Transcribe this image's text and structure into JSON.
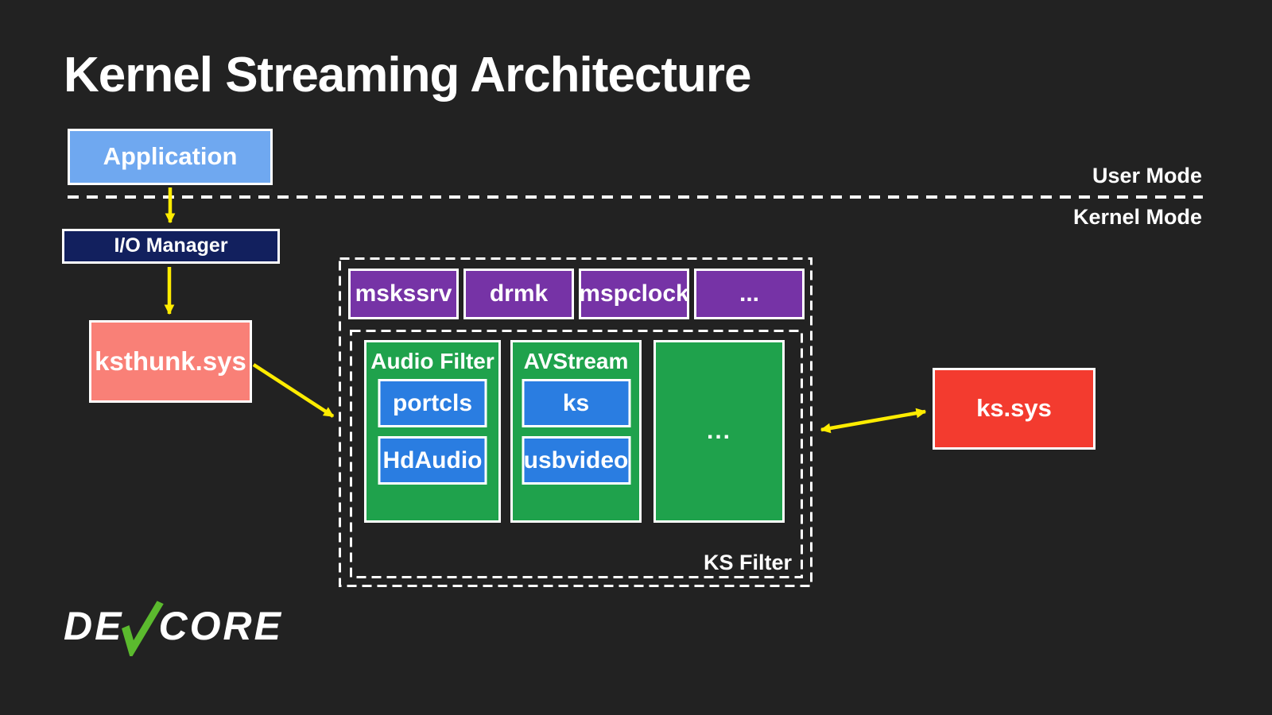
{
  "slide": {
    "title": "Kernel Streaming Architecture"
  },
  "modes": {
    "user": "User Mode",
    "kernel": "Kernel Mode"
  },
  "boxes": {
    "application": {
      "label": "Application"
    },
    "io_manager": {
      "label": "I/O Manager"
    },
    "ksthunk": {
      "label": "ksthunk.sys"
    },
    "ks_sys": {
      "label": "ks.sys"
    }
  },
  "ks_components": {
    "items": [
      {
        "label": "mskssrv"
      },
      {
        "label": "drmk"
      },
      {
        "label": "mspclock"
      },
      {
        "label": "..."
      }
    ]
  },
  "ks_filter": {
    "label": "KS Filter",
    "groups": [
      {
        "title": "Audio Filter",
        "drivers": [
          "portcls",
          "HdAudio"
        ]
      },
      {
        "title": "AVStream",
        "drivers": [
          "ks",
          "usbvideo"
        ]
      },
      {
        "title": "...",
        "drivers": []
      }
    ]
  },
  "logo": {
    "prefix": "DE",
    "check": "V",
    "suffix": "CORE"
  },
  "colors": {
    "background": "#222222",
    "app_blue": "#6FA8F0",
    "navy": "#12205E",
    "salmon": "#F98077",
    "red": "#F33B2F",
    "purple": "#7633A6",
    "green": "#1FA24C",
    "driver_blue": "#2A7DE1",
    "arrow_yellow": "#FFEC00",
    "logo_green": "#5BBA2E",
    "line_white": "#FFFFFF"
  }
}
